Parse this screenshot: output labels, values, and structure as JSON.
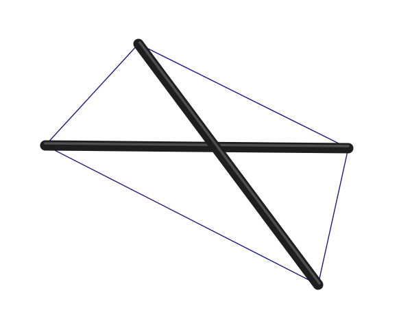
{
  "figure": {
    "background_color": "#ffffff",
    "edge_color": "#1a1a8c",
    "diagonal_color": "#1e1e1e",
    "diagonal_highlight_color": "#5a5a5a",
    "vertices": [
      "top",
      "right",
      "bottom",
      "left"
    ]
  }
}
